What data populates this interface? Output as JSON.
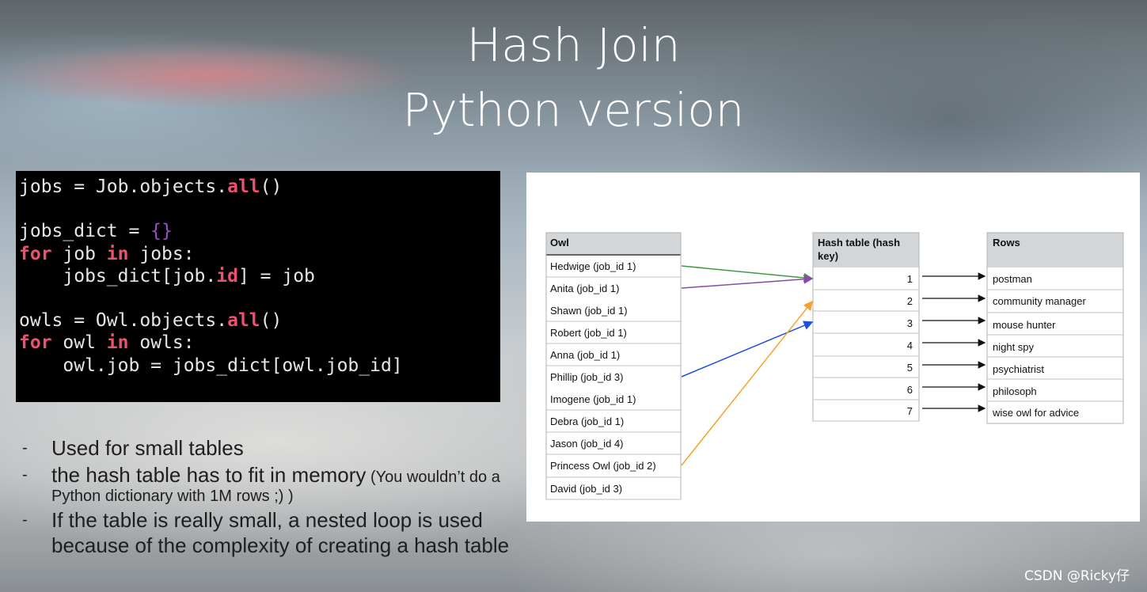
{
  "title": {
    "line1": "Hash Join",
    "line2": "Python version"
  },
  "code": {
    "lines": [
      [
        {
          "t": "jobs = Job.objects."
        },
        {
          "t": "all",
          "c": "kw"
        },
        {
          "t": "()"
        }
      ],
      [],
      [
        {
          "t": "jobs_dict = "
        },
        {
          "t": "{}",
          "c": "br"
        }
      ],
      [
        {
          "t": "for",
          "c": "kw"
        },
        {
          "t": " job "
        },
        {
          "t": "in",
          "c": "kw"
        },
        {
          "t": " jobs:"
        }
      ],
      [
        {
          "t": "    jobs_dict[job."
        },
        {
          "t": "id",
          "c": "kw"
        },
        {
          "t": "] = job"
        }
      ],
      [],
      [
        {
          "t": "owls = Owl.objects."
        },
        {
          "t": "all",
          "c": "kw"
        },
        {
          "t": "()"
        }
      ],
      [
        {
          "t": "for",
          "c": "kw"
        },
        {
          "t": " owl "
        },
        {
          "t": "in",
          "c": "kw"
        },
        {
          "t": " owls:"
        }
      ],
      [
        {
          "t": "    owl.job = jobs_dict[owl.job_id]"
        }
      ]
    ]
  },
  "bullets": [
    {
      "text": "Used for small tables",
      "small": ""
    },
    {
      "text": "the hash table has to fit in memory",
      "small": " (You wouldn’t do a Python dictionary with 1M rows ;) )"
    },
    {
      "text": "If the table is really small, a nested loop is used because of the complexity of creating a hash table",
      "small": ""
    }
  ],
  "bullet_dash": "-",
  "diagram": {
    "owl_header": "Owl",
    "owls": [
      "Hedwige  (job_id 1)",
      "Anita  (job_id 1)",
      "Shawn  (job_id 1)",
      "Robert (job_id 1)",
      "Anna (job_id 1)",
      "Phillip (job_id 3)",
      "Imogene (job_id 1)",
      "Debra (job_id 1)",
      "Jason (job_id 4)",
      "Princess Owl (job_id 2)",
      "David (job_id 3)"
    ],
    "hash_header": [
      "Hash table (hash",
      "key)"
    ],
    "keys": [
      "1",
      "2",
      "3",
      "4",
      "5",
      "6",
      "7"
    ],
    "rows_header": "Rows",
    "rows": [
      "postman",
      "community manager",
      "mouse hunter",
      "night spy",
      "psychiatrist",
      "philosoph",
      "wise owl for advice"
    ],
    "links": [
      {
        "from": 0,
        "to": 0,
        "color": "#3f9a3f"
      },
      {
        "from": 1,
        "to": 0,
        "color": "#8a4aa8"
      },
      {
        "from": 5,
        "to": 2,
        "color": "#1f4fe0"
      },
      {
        "from": 9,
        "to": 1,
        "color": "#f5a22a"
      }
    ]
  },
  "watermark": "CSDN @Ricky仔"
}
